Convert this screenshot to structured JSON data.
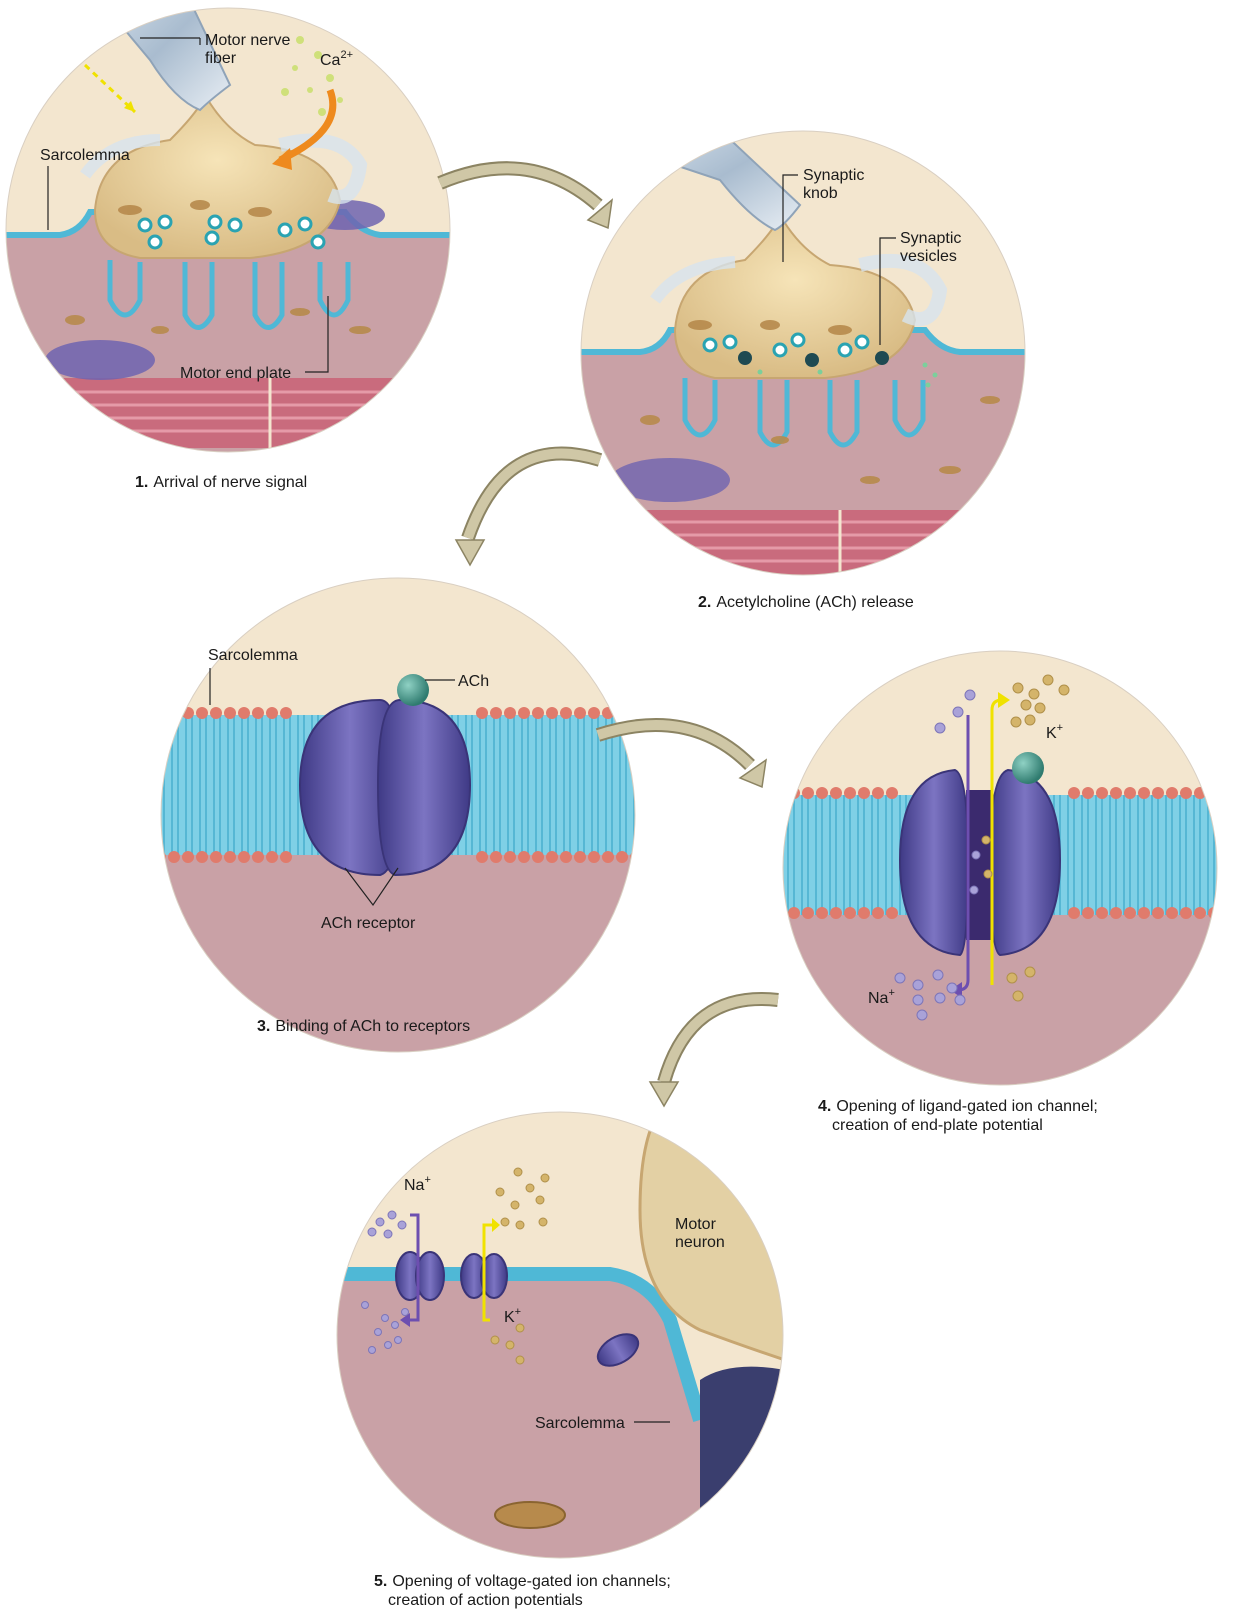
{
  "panels": [
    {
      "step_number": "1.",
      "caption": "Arrival of nerve signal",
      "labels": {
        "motor_nerve_fiber_line1": "Motor nerve",
        "motor_nerve_fiber_line2": "fiber",
        "calcium": "Ca",
        "calcium_sup": "2+",
        "sarcolemma": "Sarcolemma",
        "motor_end_plate": "Motor end plate"
      }
    },
    {
      "step_number": "2.",
      "caption": "Acetylcholine (ACh) release",
      "labels": {
        "synaptic_knob_line1": "Synaptic",
        "synaptic_knob_line2": "knob",
        "synaptic_vesicles_line1": "Synaptic",
        "synaptic_vesicles_line2": "vesicles"
      }
    },
    {
      "step_number": "3.",
      "caption": "Binding of ACh to receptors",
      "labels": {
        "sarcolemma": "Sarcolemma",
        "ach": "ACh",
        "ach_receptor": "ACh receptor"
      }
    },
    {
      "step_number": "4.",
      "caption_line1": "Opening of ligand-gated ion channel;",
      "caption_line2": "creation of end-plate potential",
      "labels": {
        "potassium": "K",
        "potassium_sup": "+",
        "sodium": "Na",
        "sodium_sup": "+"
      }
    },
    {
      "step_number": "5.",
      "caption_line1": "Opening of voltage-gated ion channels;",
      "caption_line2": "creation of action potentials",
      "labels": {
        "sodium": "Na",
        "sodium_sup": "+",
        "potassium": "K",
        "potassium_sup": "+",
        "motor_neuron_line1": "Motor",
        "motor_neuron_line2": "neuron",
        "sarcolemma": "Sarcolemma"
      }
    }
  ],
  "colors": {
    "cytoplasm": "#c9a1a6",
    "extracellular": "#f3e6cf",
    "membrane_blue": "#4fb8d6",
    "receptor_purple": "#5d55a0",
    "ach_teal": "#4f9c8f",
    "sodium_ion": "#a9a2d8",
    "potassium_ion": "#d4b46a",
    "arrow": "#cfc7a6"
  }
}
